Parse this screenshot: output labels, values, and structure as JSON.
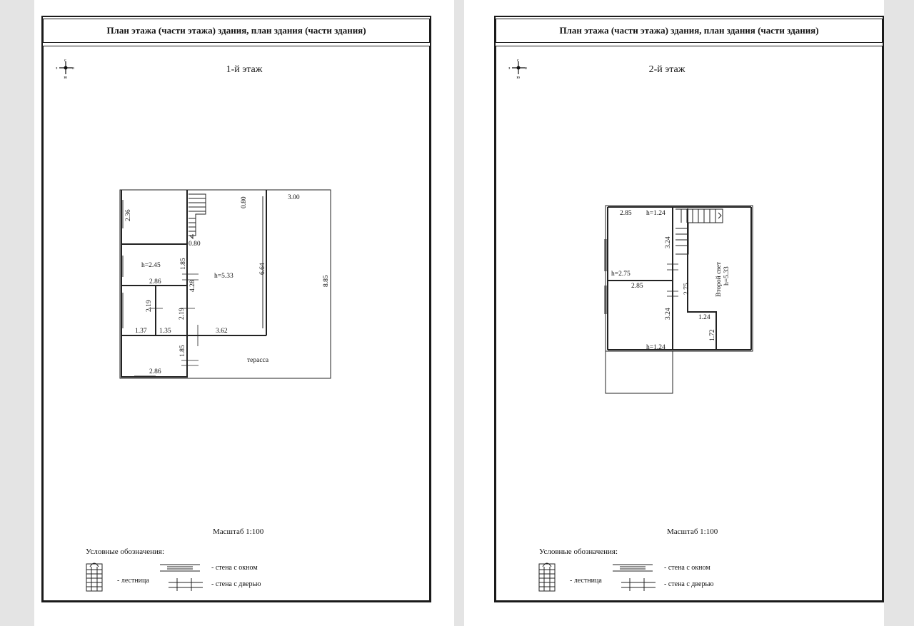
{
  "pages": [
    {
      "header": "План этажа (части этажа) здания, план здания (части здания)",
      "floor_title": "1-й этаж",
      "compass": {
        "n": "с",
        "s": "ю",
        "w": "з",
        "e": "в"
      },
      "labels": {
        "d_236": "2.36",
        "d_080_top": "0.80",
        "d_300": "3.00",
        "d_080_bottom": "0.80",
        "h_245": "h=2.45",
        "d_185_a": "1.85",
        "h_533": "h=5.33",
        "d_664": "6.64",
        "d_885": "8.85",
        "d_286_a": "2.86",
        "d_428": "4.28",
        "d_219_a": "2.19",
        "d_219_b": "2.19",
        "d_137": "1.37",
        "d_135": "1.35",
        "d_362": "3.62",
        "d_185_b": "1.85",
        "terrace": "терасса",
        "d_286_b": "2.86"
      },
      "scale": "Масштаб 1:100",
      "legend": {
        "title": "Условные обозначения:",
        "stairs": "- лестница",
        "window_wall": "- стена с окном",
        "door_wall": "- стена с дверью"
      }
    },
    {
      "header": "План этажа (части этажа) здания, план здания (части здания)",
      "floor_title": "2-й этаж",
      "compass": {
        "n": "с",
        "s": "ю",
        "w": "з",
        "e": "в"
      },
      "labels": {
        "d_285_a": "2.85",
        "h_124_a": "h=1.24",
        "d_324_a": "3.24",
        "second_light": "Второй свет",
        "h_533": "h=5.33",
        "h_275": "h=2.75",
        "d_285_b": "2.85",
        "d_275": "2.75",
        "d_324_b": "3.24",
        "d_124": "1.24",
        "d_172": "1.72",
        "h_124_b": "h=1.24"
      },
      "scale": "Масштаб 1:100",
      "legend": {
        "title": "Условные обозначения:",
        "stairs": "- лестница",
        "window_wall": "- стена с окном",
        "door_wall": "- стена с дверью"
      }
    }
  ]
}
